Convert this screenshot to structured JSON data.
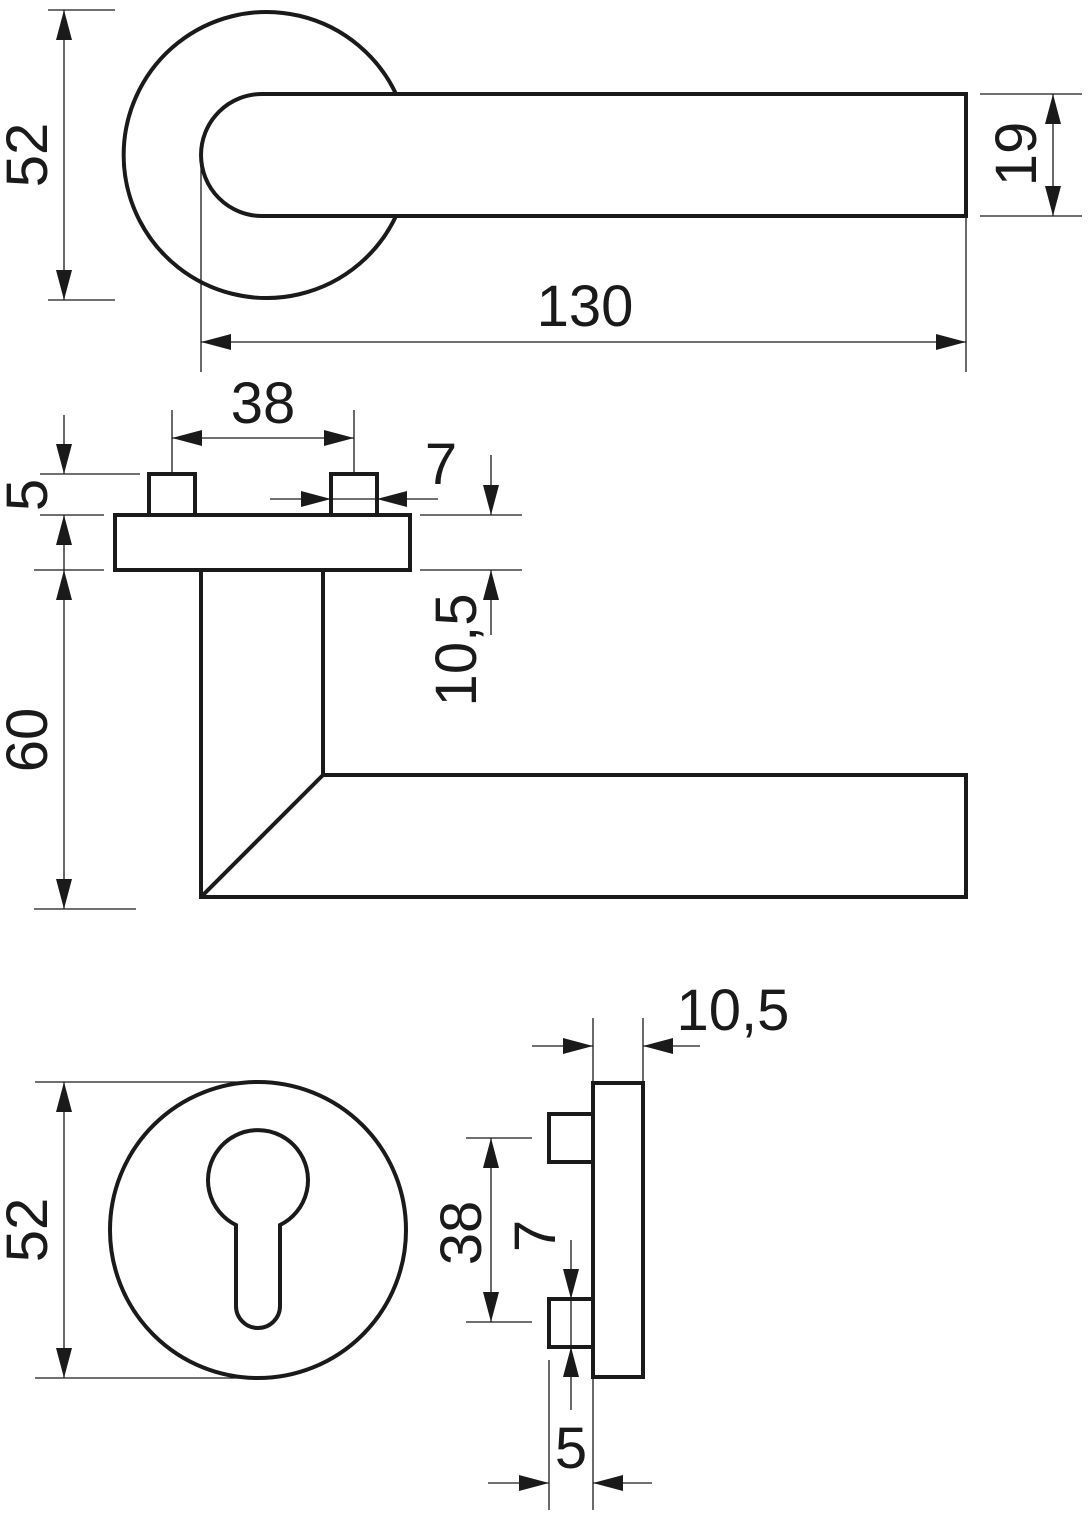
{
  "colors": {
    "line": "#1a1a1a",
    "background": "#ffffff"
  },
  "views": {
    "top": {
      "rose_diameter": "52",
      "lever_length": "130",
      "lever_height": "19"
    },
    "side": {
      "pin_spacing": "38",
      "pin_width": "7",
      "pin_height": "5",
      "rose_thickness": "10,5",
      "handle_drop": "60"
    },
    "escutcheon": {
      "diameter": "52",
      "plate_thickness": "10,5",
      "pin_spacing": "38",
      "pin_width": "7",
      "pin_height": "5"
    }
  }
}
